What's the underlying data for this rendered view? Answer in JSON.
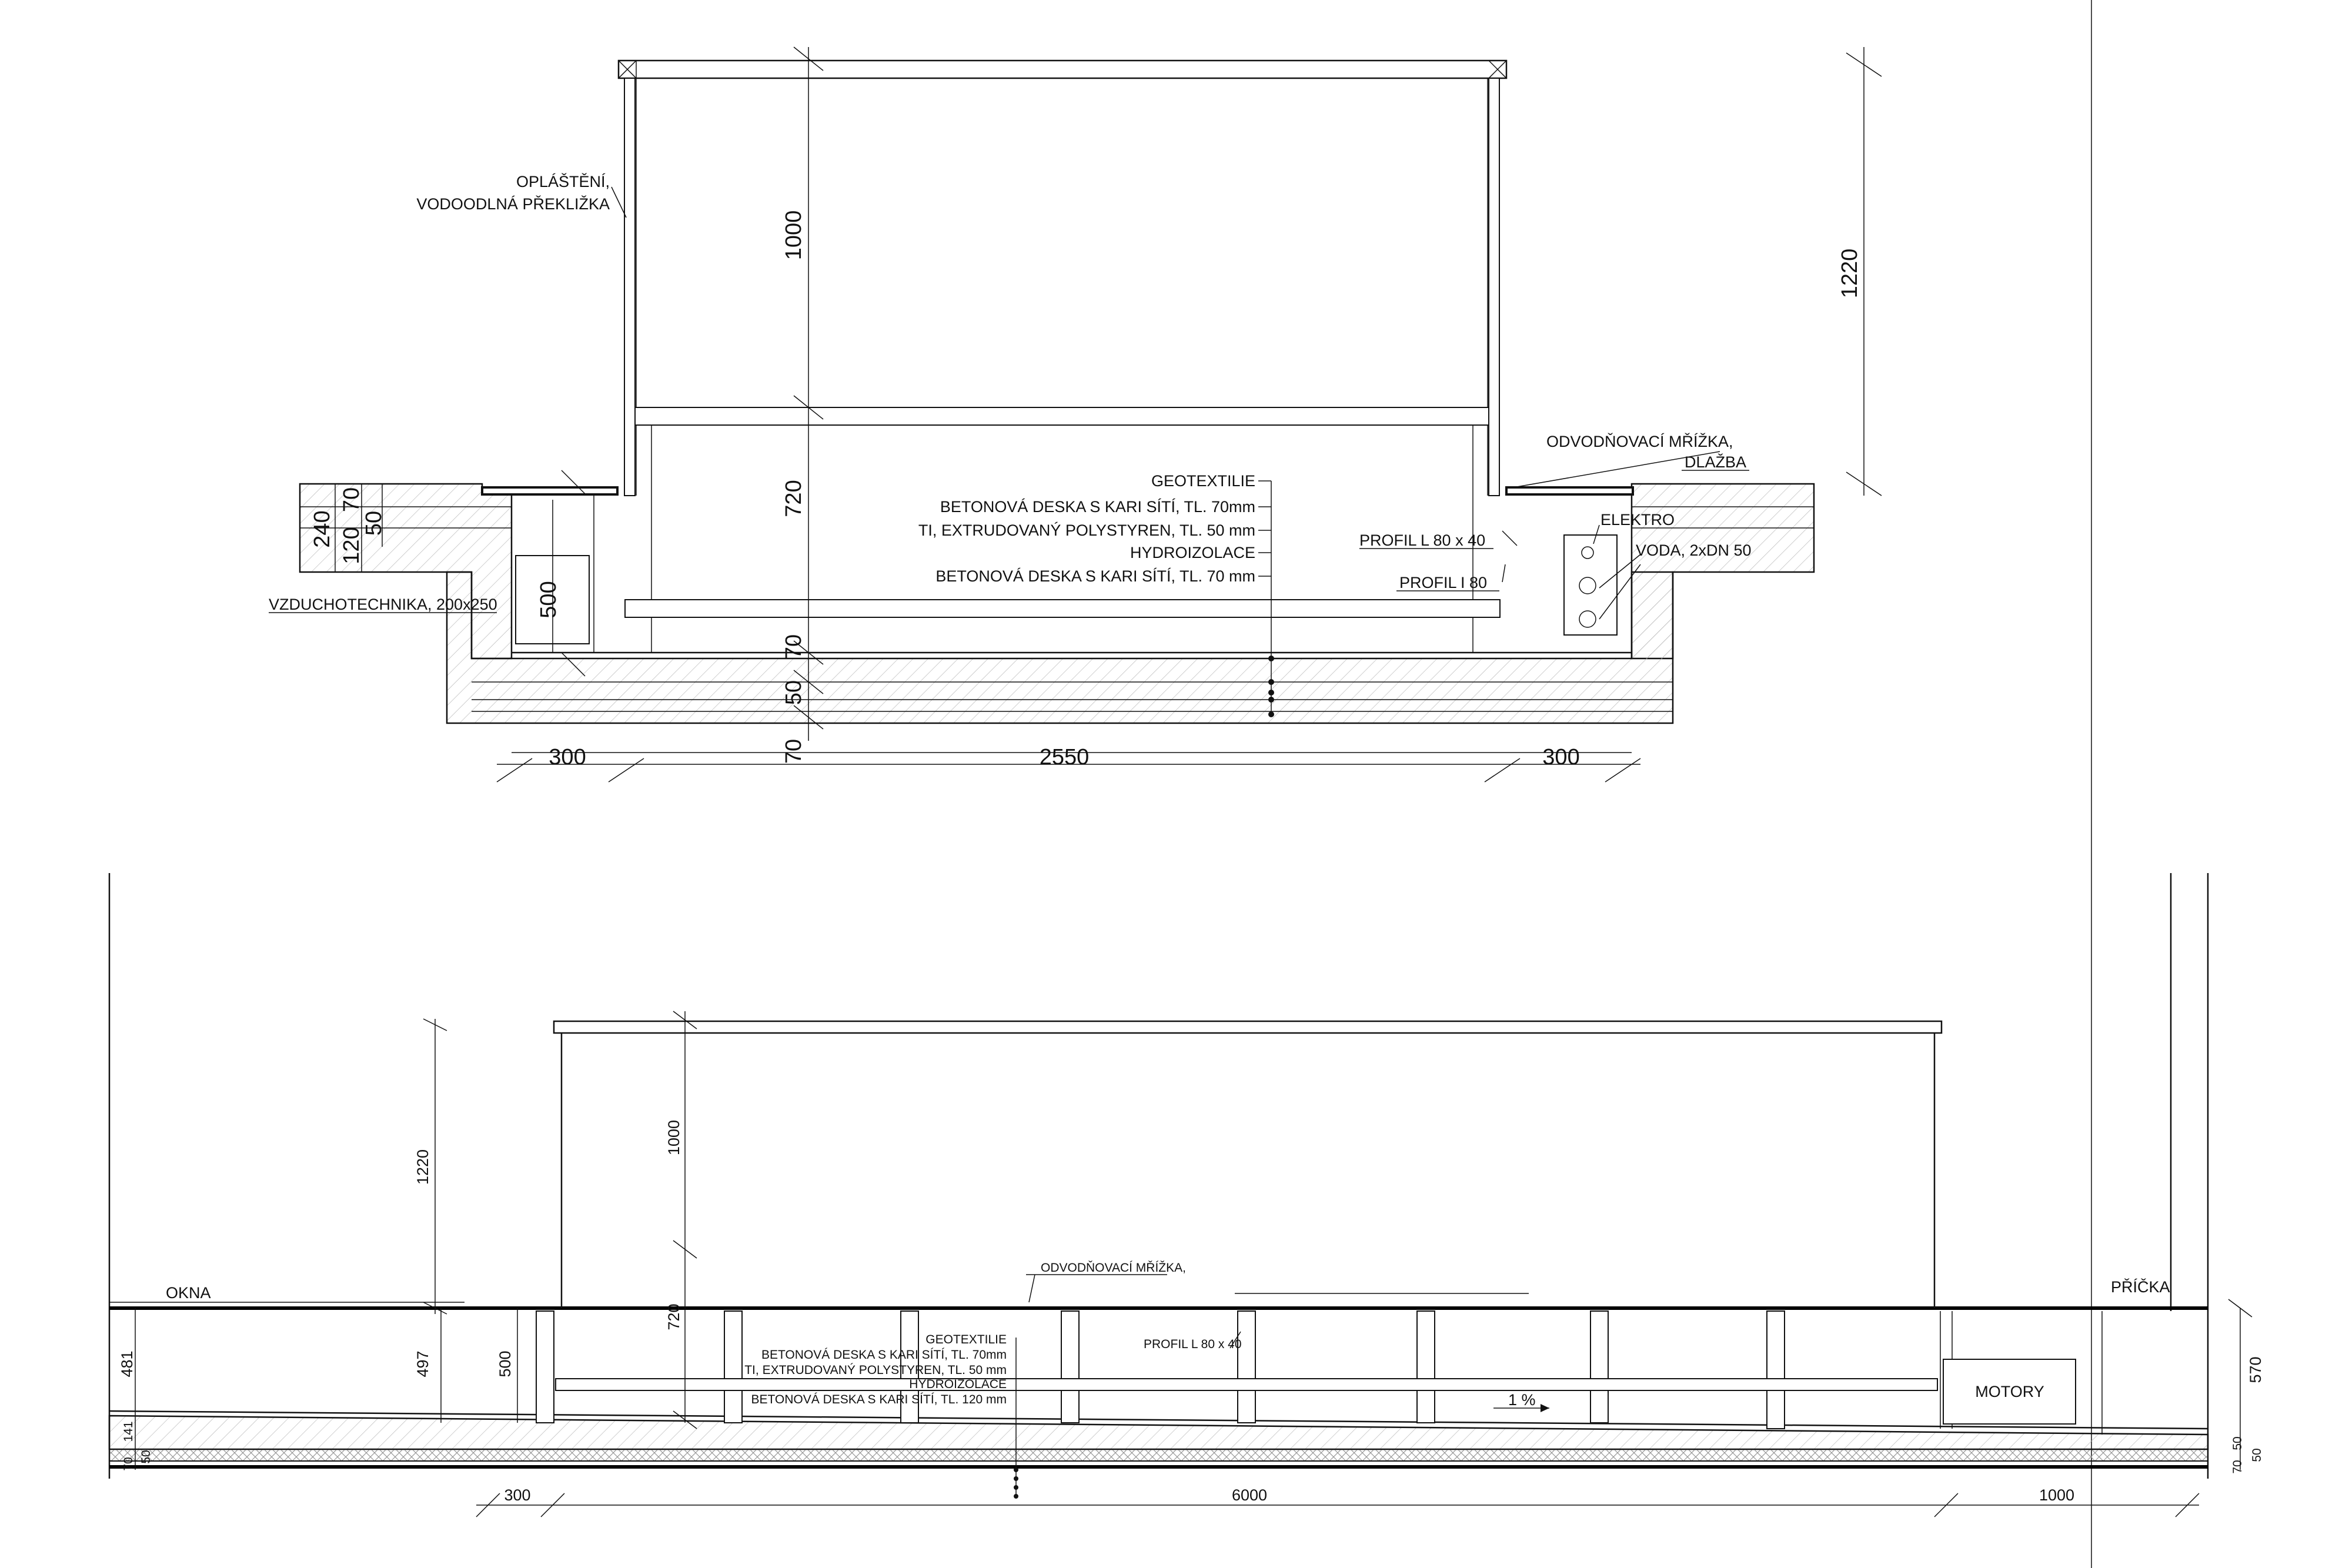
{
  "section_a": {
    "dims": {
      "d1000": "1000",
      "d720": "720",
      "d1220": "1220",
      "d240": "240",
      "d70a": "70",
      "d120": "120",
      "d50a": "50",
      "d500": "500",
      "d70b": "70",
      "d50b": "50",
      "d70c": "70",
      "d300l": "300",
      "d2550": "2550",
      "d300r": "300"
    },
    "labels": {
      "cladding_1": "OPLÁŠTĚNÍ,",
      "cladding_2": "VODOODLNÁ PŘEKLIŽKA",
      "drain_grate": "ODVODŇOVACÍ MŘÍŽKA,",
      "paving": "DLAŽBA",
      "ventilation": "VZDUCHOTECHNIKA, 200x250",
      "profile_l": "PROFIL L 80 x 40",
      "profile_i": "PROFIL I 80",
      "electro": "ELEKTRO",
      "water": "VODA, 2xDN 50"
    },
    "layers": [
      "GEOTEXTILIE",
      "BETONOVÁ DESKA S KARI SÍTÍ, TL. 70mm",
      "TI, EXTRUDOVANÝ POLYSTYREN, TL. 50 mm",
      "HYDROIZOLACE",
      "BETONOVÁ DESKA S KARI SÍTÍ, TL. 70 mm"
    ]
  },
  "section_b": {
    "dims": {
      "d1220": "1220",
      "d1000": "1000",
      "d720": "720",
      "d481": "481",
      "d497": "497",
      "d500": "500",
      "d570": "570",
      "d141": "141",
      "d70l": "70",
      "d50l": "50",
      "d70r": "70",
      "d50r1": "50",
      "d50r2": "50",
      "d300": "300",
      "d6000": "6000",
      "d1000b": "1000"
    },
    "labels": {
      "windows": "OKNA",
      "drain_grate": "ODVODŇOVACÍ MŘÍŽKA,",
      "profile_l": "PROFIL L 80 x 40",
      "partition": "PŘÍČKA",
      "motors": "MOTORY",
      "slope": "1 %"
    },
    "layers": [
      "GEOTEXTILIE",
      "BETONOVÁ DESKA S KARI SÍTÍ, TL. 70mm",
      "TI, EXTRUDOVANÝ POLYSTYREN, TL. 50 mm",
      "HYDROIZOLACE",
      "BETONOVÁ DESKA S KARI SÍTÍ, TL. 120 mm"
    ]
  }
}
